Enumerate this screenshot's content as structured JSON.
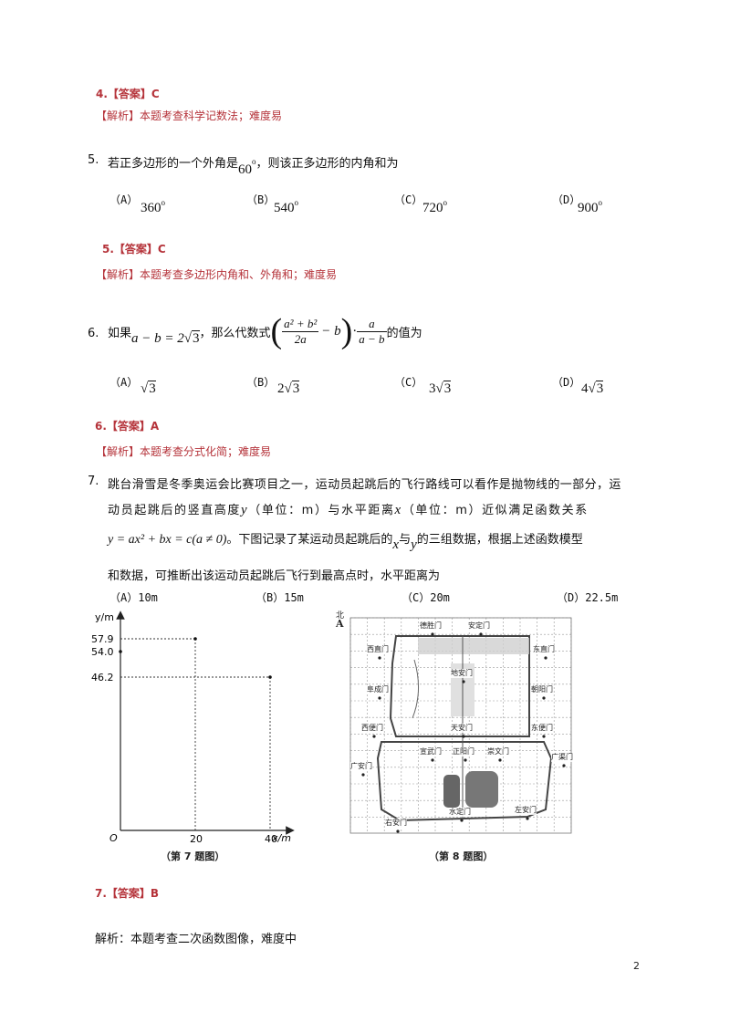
{
  "q4": {
    "answer": "4.【答案】C",
    "analysis": "【解析】本题考查科学记数法；难度易"
  },
  "q5": {
    "number": "5.",
    "stem_a": "若正多边形的一个外角是",
    "stem_angle": "60",
    "stem_b": "，则该正多边形的内角和为",
    "options": [
      {
        "label": "（A）",
        "value": "360"
      },
      {
        "label": "（B）",
        "value": "540"
      },
      {
        "label": "（C）",
        "value": "720"
      },
      {
        "label": "（D）",
        "value": "900"
      }
    ],
    "degree": "o",
    "answer": "5.【答案】C",
    "analysis": "【解析】本题考查多边形内角和、外角和；难度易"
  },
  "q6": {
    "number": "6.",
    "stem_a": "如果",
    "stem_cond_lhs": "a − b = 2",
    "stem_cond_rad": "3",
    "stem_b": "，那么代数式",
    "frac1_num": "a² + b²",
    "frac1_den": "2a",
    "minus_b": "− b",
    "frac2_num": "a",
    "frac2_den": "a − b",
    "stem_c": "的值为",
    "options": [
      {
        "label": "（A）",
        "coef": "",
        "rad": "3"
      },
      {
        "label": "（B）",
        "coef": "2",
        "rad": "3"
      },
      {
        "label": "（C）",
        "coef": "3",
        "rad": "3"
      },
      {
        "label": "（D）",
        "coef": "4",
        "rad": "3"
      }
    ],
    "answer": "6.【答案】A",
    "analysis": "【解析】本题考查分式化简；难度易"
  },
  "q7": {
    "number": "7.",
    "line1": "跳台滑雪是冬季奥运会比赛项目之一，运动员起跳后的飞行路线可以看作是抛物线的一部分，运",
    "line2_a": "动员起跳后的竖直高度",
    "line2_y": "y",
    "line2_b": "（单位：m）与水平距离",
    "line2_x": "x",
    "line2_c": "（单位：m）近似满足函数关系",
    "formula": "y = ax² + bx = c(a ≠ 0)",
    "line3_b": "。下图记录了某运动员起跳后的",
    "line3_x": "x",
    "line3_and": "与",
    "line3_y": "y",
    "line3_c": "的三组数据，根据上述函数模型",
    "line4": "和数据，可推断出该运动员起跳后飞行到最高点时，水平距离为",
    "options": [
      "（A）10m",
      "（B）15m",
      "（C）20m",
      "（D）22.5m"
    ],
    "answer": "7.【答案】B",
    "analysis": "解析：本题考查二次函数图像，难度中"
  },
  "chart_data": {
    "type": "scatter",
    "title": "",
    "caption": "（第 7 题图）",
    "xlabel": "x/m",
    "ylabel": "y/m",
    "origin_label": "O",
    "x_ticks": [
      "20",
      "40"
    ],
    "y_ticks": [
      "57.9",
      "54.0",
      "46.2"
    ],
    "points": [
      {
        "x": 0,
        "y": 54.0
      },
      {
        "x": 20,
        "y": 57.9
      },
      {
        "x": 40,
        "y": 46.2
      }
    ],
    "grid": false
  },
  "map": {
    "caption": "（第 8 题图）",
    "north": "北",
    "gates": [
      "德胜门",
      "安定门",
      "西直门",
      "东直门",
      "地安门",
      "阜成门",
      "朝阳门",
      "西便门",
      "天安门",
      "东便门",
      "宣武门",
      "正阳门",
      "崇文门",
      "广渠门",
      "广安门",
      "水定门",
      "左安门",
      "右安门"
    ]
  },
  "page_number": "2"
}
